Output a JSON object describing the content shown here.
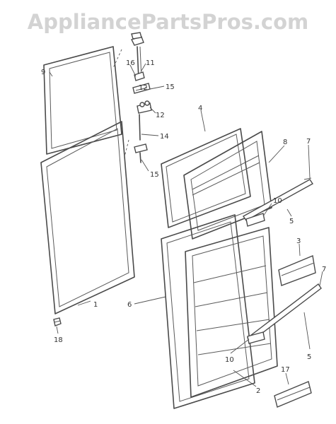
{
  "watermark": "AppliancePartsPros.com",
  "callouts": {
    "c1": "1",
    "c2": "2",
    "c3": "3",
    "c4": "4",
    "c5a": "5",
    "c5b": "5",
    "c6": "6",
    "c7a": "7",
    "c7b": "7",
    "c8": "8",
    "c9": "9",
    "c10a": "10",
    "c10b": "10",
    "c11": "11",
    "c12a": "12",
    "c12b": "12",
    "c14": "14",
    "c15a": "15",
    "c15b": "15",
    "c16": "16",
    "c17": "17",
    "c18": "18"
  }
}
